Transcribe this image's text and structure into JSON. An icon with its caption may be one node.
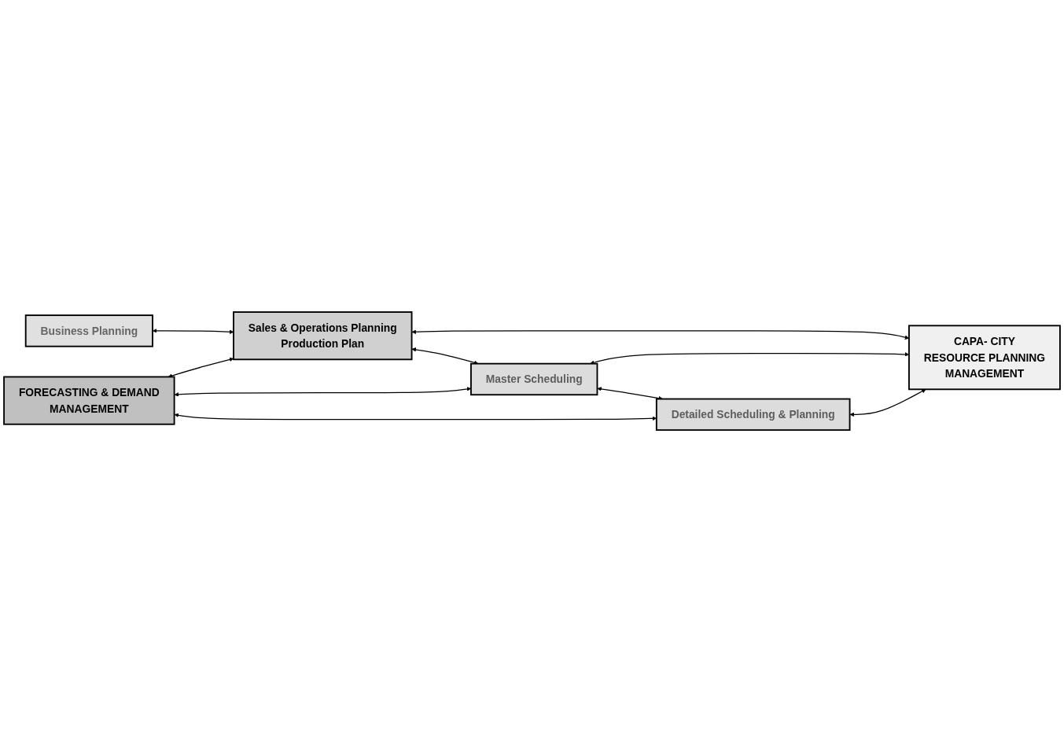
{
  "diagram": {
    "nodes": [
      {
        "text": [
          "FORECASTING & DEMAND",
          "MANAGEMENT"
        ]
      },
      {
        "text": [
          "Business Planning"
        ]
      },
      {
        "text": [
          "Sales & Operations Planning",
          "Production Plan"
        ]
      },
      {
        "text": [
          "Master Scheduling"
        ]
      },
      {
        "text": [
          "Detailed Scheduling & Planning"
        ]
      },
      {
        "text": [
          "CAPA- CITY",
          "RESOURCE PLANNING",
          "MANAGEMENT"
        ]
      }
    ],
    "edges": [
      {
        "from": 1,
        "to": 2,
        "arrow": "both"
      },
      {
        "from": 0,
        "to": 2,
        "arrow": "both"
      },
      {
        "from": 2,
        "to": 5,
        "arrow": "both"
      },
      {
        "from": 2,
        "to": 3,
        "arrow": "both"
      },
      {
        "from": 0,
        "to": 3,
        "arrow": "both"
      },
      {
        "from": 3,
        "to": 5,
        "arrow": "both"
      },
      {
        "from": 3,
        "to": 4,
        "arrow": "both"
      },
      {
        "from": 0,
        "to": 4,
        "arrow": "both"
      },
      {
        "from": 4,
        "to": 5,
        "arrow": "both"
      }
    ]
  }
}
